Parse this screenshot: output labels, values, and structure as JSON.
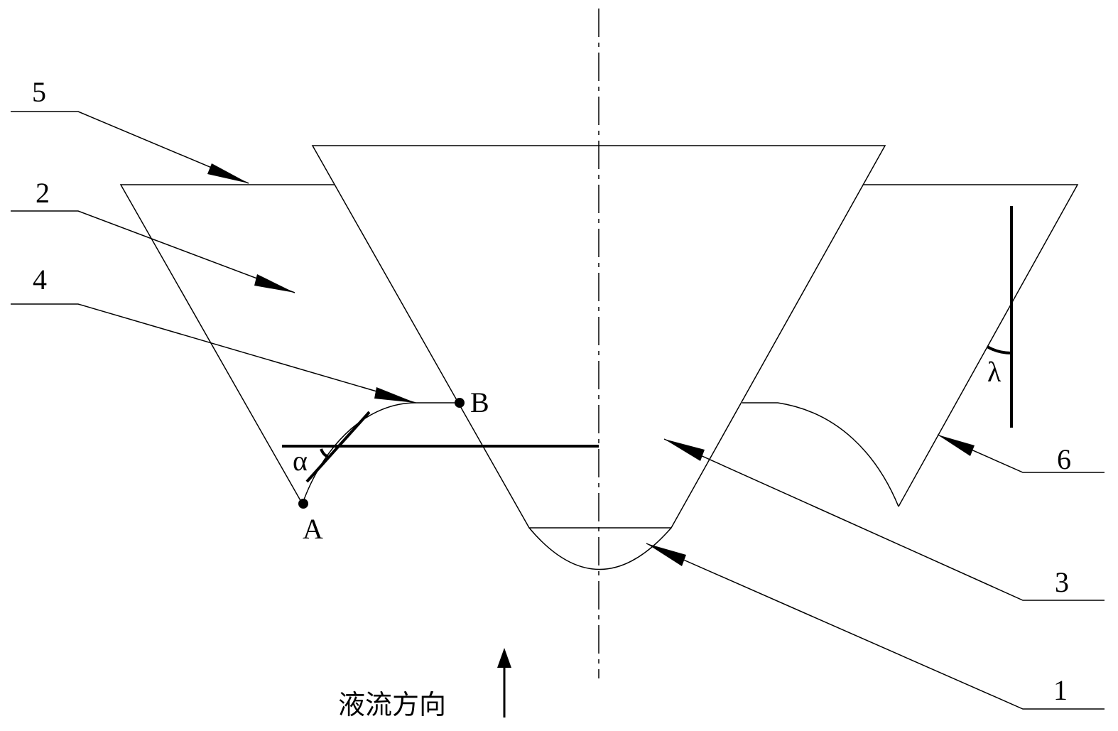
{
  "labels": {
    "n1": "1",
    "n2": "2",
    "n3": "3",
    "n4": "4",
    "n5": "5",
    "n6": "6",
    "point_a": "A",
    "point_b": "B",
    "alpha": "α",
    "lambda": "λ",
    "flow_direction": "液流方向"
  }
}
